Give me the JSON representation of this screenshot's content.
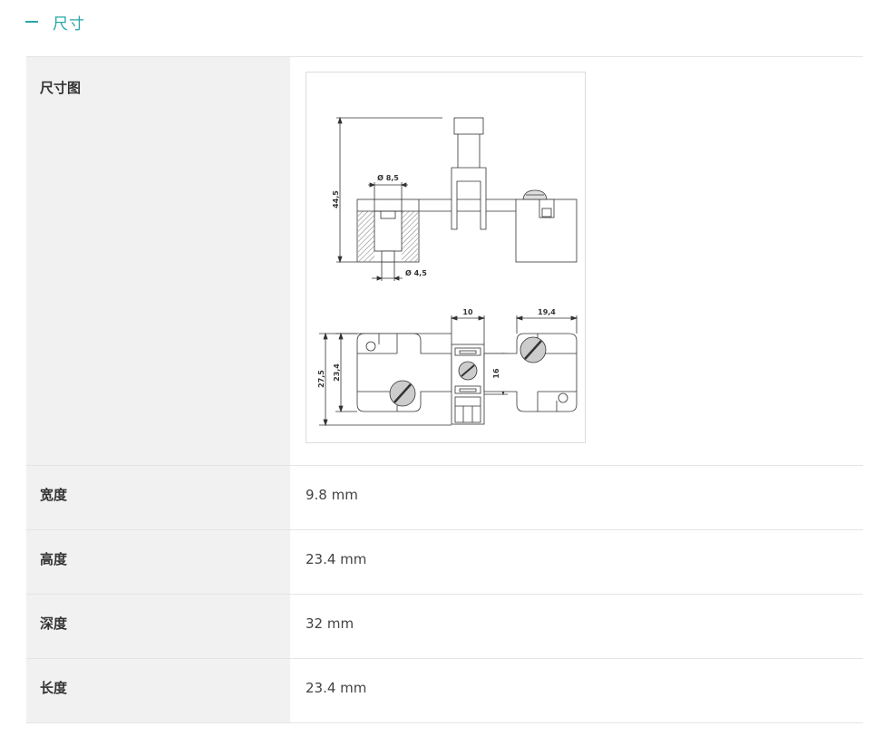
{
  "section": {
    "title": "尺寸"
  },
  "rows": [
    {
      "label": "尺寸图",
      "value": ""
    },
    {
      "label": "宽度",
      "value": "9.8 mm"
    },
    {
      "label": "高度",
      "value": "23.4 mm"
    },
    {
      "label": "深度",
      "value": "32 mm"
    },
    {
      "label": "长度",
      "value": "23.4 mm"
    }
  ],
  "drawing": {
    "dim_height_total": "44,5",
    "dim_hole_top": "Ø 8,5",
    "dim_hole_bottom": "Ø 4,5",
    "dim_width_10": "10",
    "dim_width_194": "19,4",
    "dim_height_16": "16",
    "dim_height_275": "27,5",
    "dim_height_234": "23,4"
  },
  "colors": {
    "accent": "#2aa5a5",
    "label_bg": "#f1f1f1",
    "border": "#e4e4e4"
  }
}
